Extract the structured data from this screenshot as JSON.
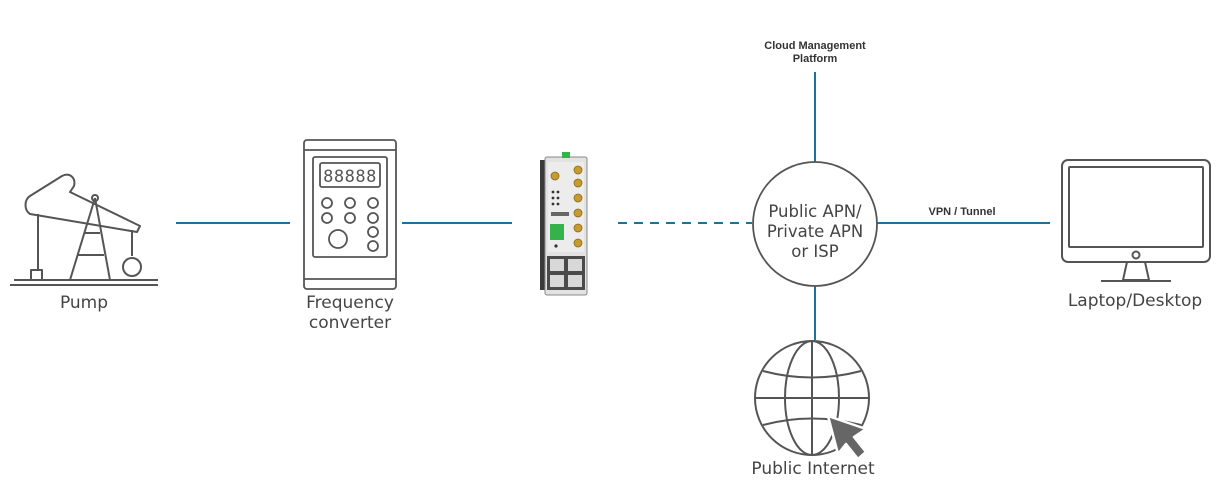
{
  "nodes": {
    "pump": {
      "label": "Pump",
      "icon": "oil-pump-icon"
    },
    "frequency_converter": {
      "label": "Frequency\nconverter",
      "display": "88888",
      "icon": "frequency-converter-icon"
    },
    "router": {
      "icon": "industrial-router-icon"
    },
    "hub": {
      "label": "Public APN/\nPrivate APN\nor ISP"
    },
    "cloud": {
      "label": "Cloud Management\nPlatform"
    },
    "laptop": {
      "label": "Laptop/Desktop",
      "icon": "monitor-icon"
    },
    "internet": {
      "label": "Public Internet",
      "icon": "globe-icon"
    }
  },
  "links": {
    "vpn_label": "VPN / Tunnel"
  },
  "colors": {
    "line": "#1f6f9f",
    "icon_stroke": "#555555",
    "text": "#444444"
  }
}
